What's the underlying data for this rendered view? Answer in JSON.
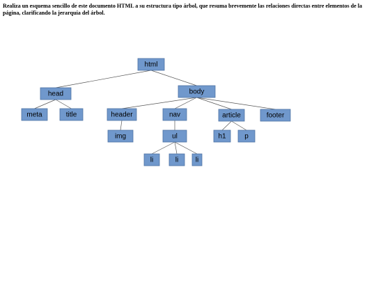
{
  "prompt": {
    "text": "Realiza un esquema sencillo de este documento HTML a su estructura tipo árbol, que resuma brevemente las relaciones directas entre elementos de la página, clarificando la jerarquía del árbol."
  },
  "tree": {
    "nodes": [
      {
        "id": "html",
        "label": "html",
        "parent": null
      },
      {
        "id": "head",
        "label": "head",
        "parent": "html"
      },
      {
        "id": "body",
        "label": "body",
        "parent": "html"
      },
      {
        "id": "meta",
        "label": "meta",
        "parent": "head"
      },
      {
        "id": "title",
        "label": "title",
        "parent": "head"
      },
      {
        "id": "header",
        "label": "header",
        "parent": "body"
      },
      {
        "id": "nav",
        "label": "nav",
        "parent": "body"
      },
      {
        "id": "article",
        "label": "article",
        "parent": "body"
      },
      {
        "id": "footer",
        "label": "footer",
        "parent": "body"
      },
      {
        "id": "img",
        "label": "img",
        "parent": "header"
      },
      {
        "id": "ul",
        "label": "ul",
        "parent": "nav"
      },
      {
        "id": "h1",
        "label": "h1",
        "parent": "article"
      },
      {
        "id": "p",
        "label": "p",
        "parent": "article"
      },
      {
        "id": "li1",
        "label": "li",
        "parent": "ul"
      },
      {
        "id": "li2",
        "label": "li",
        "parent": "ul"
      },
      {
        "id": "li3",
        "label": "li",
        "parent": "ul"
      }
    ],
    "colors": {
      "node_fill": "#7098cc",
      "node_stroke": "#4f73a3",
      "edge": "#555555"
    }
  }
}
